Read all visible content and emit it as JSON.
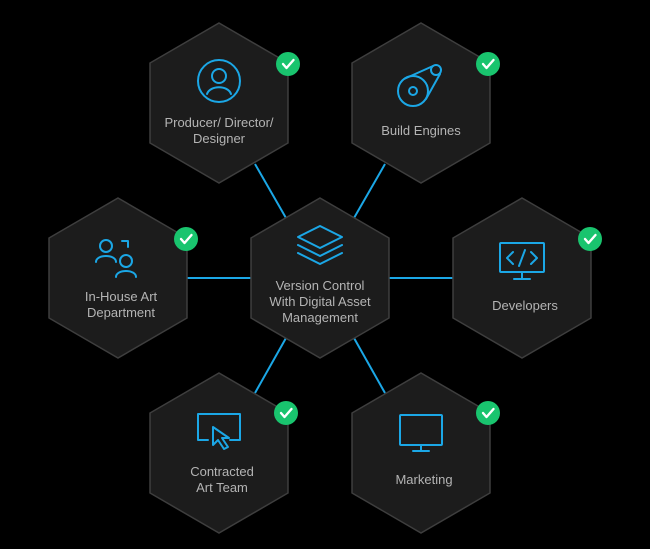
{
  "colors": {
    "background": "#000000",
    "hex_fill": "#1c1c1c",
    "hex_stroke": "#3e3e3e",
    "accent": "#1ba7e6",
    "check_badge": "#19c46e",
    "label_text": "#b4b4b4"
  },
  "center": {
    "icon": "stacked-layers-icon",
    "label_lines": [
      "Version Control",
      "With Digital Asset",
      "Management"
    ]
  },
  "nodes": [
    {
      "id": "producer",
      "icon": "user-circle-icon",
      "label_lines": [
        "Producer/ Director/",
        "Designer"
      ],
      "checked": true
    },
    {
      "id": "build-engines",
      "icon": "engine-gear-icon",
      "label_lines": [
        "Build Engines"
      ],
      "checked": true
    },
    {
      "id": "in-house-art",
      "icon": "team-users-icon",
      "label_lines": [
        "In-House Art",
        "Department"
      ],
      "checked": true
    },
    {
      "id": "developers",
      "icon": "code-monitor-icon",
      "label_lines": [
        "Developers"
      ],
      "checked": true
    },
    {
      "id": "contracted-art",
      "icon": "cursor-screen-icon",
      "label_lines": [
        "Contracted",
        "Art Team"
      ],
      "checked": true
    },
    {
      "id": "marketing",
      "icon": "monitor-icon",
      "label_lines": [
        "Marketing"
      ],
      "checked": true
    }
  ]
}
